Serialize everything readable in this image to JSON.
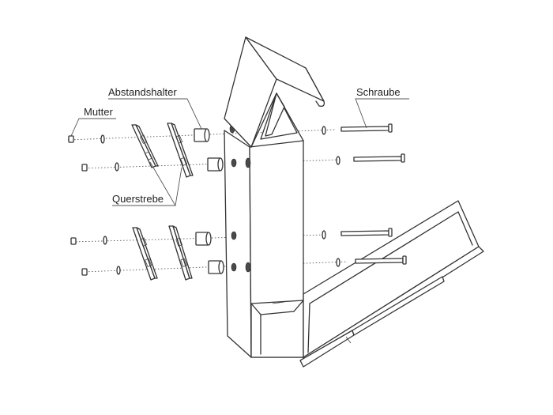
{
  "labels": {
    "mutter": "Mutter",
    "abstandshalter": "Abstandshalter",
    "querstrebe": "Querstrebe",
    "schraube": "Schraube"
  },
  "colors": {
    "line": "#333333",
    "background": "#ffffff"
  }
}
